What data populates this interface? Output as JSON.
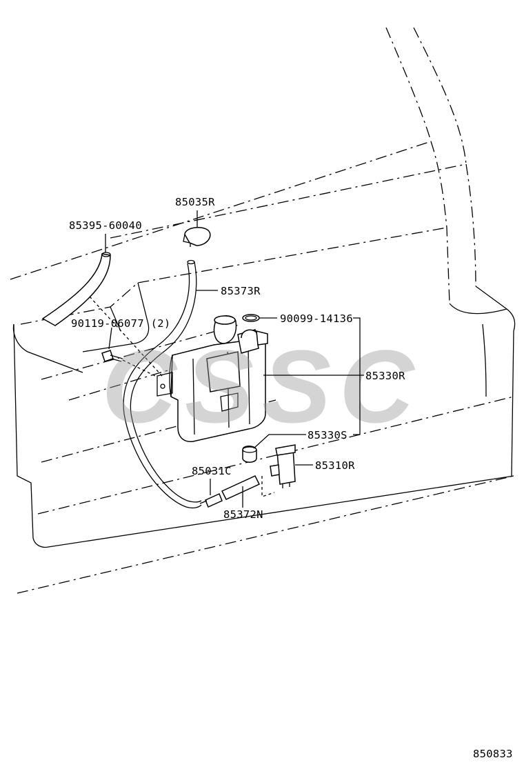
{
  "diagram": {
    "labels": [
      {
        "text": "85035R"
      },
      {
        "text": "85395-60040"
      },
      {
        "text": "85373R"
      },
      {
        "text": "90099-14136"
      },
      {
        "text": "90119-06077 (2)"
      },
      {
        "text": "85330R"
      },
      {
        "text": "85330S"
      },
      {
        "text": "85310R"
      },
      {
        "text": "85031C"
      },
      {
        "text": "85372N"
      }
    ],
    "figure_number": "850833",
    "watermark_text": "CSSC",
    "colors": {
      "line": "#000000",
      "watermark": "#9a9a9a",
      "background": "#ffffff"
    }
  }
}
